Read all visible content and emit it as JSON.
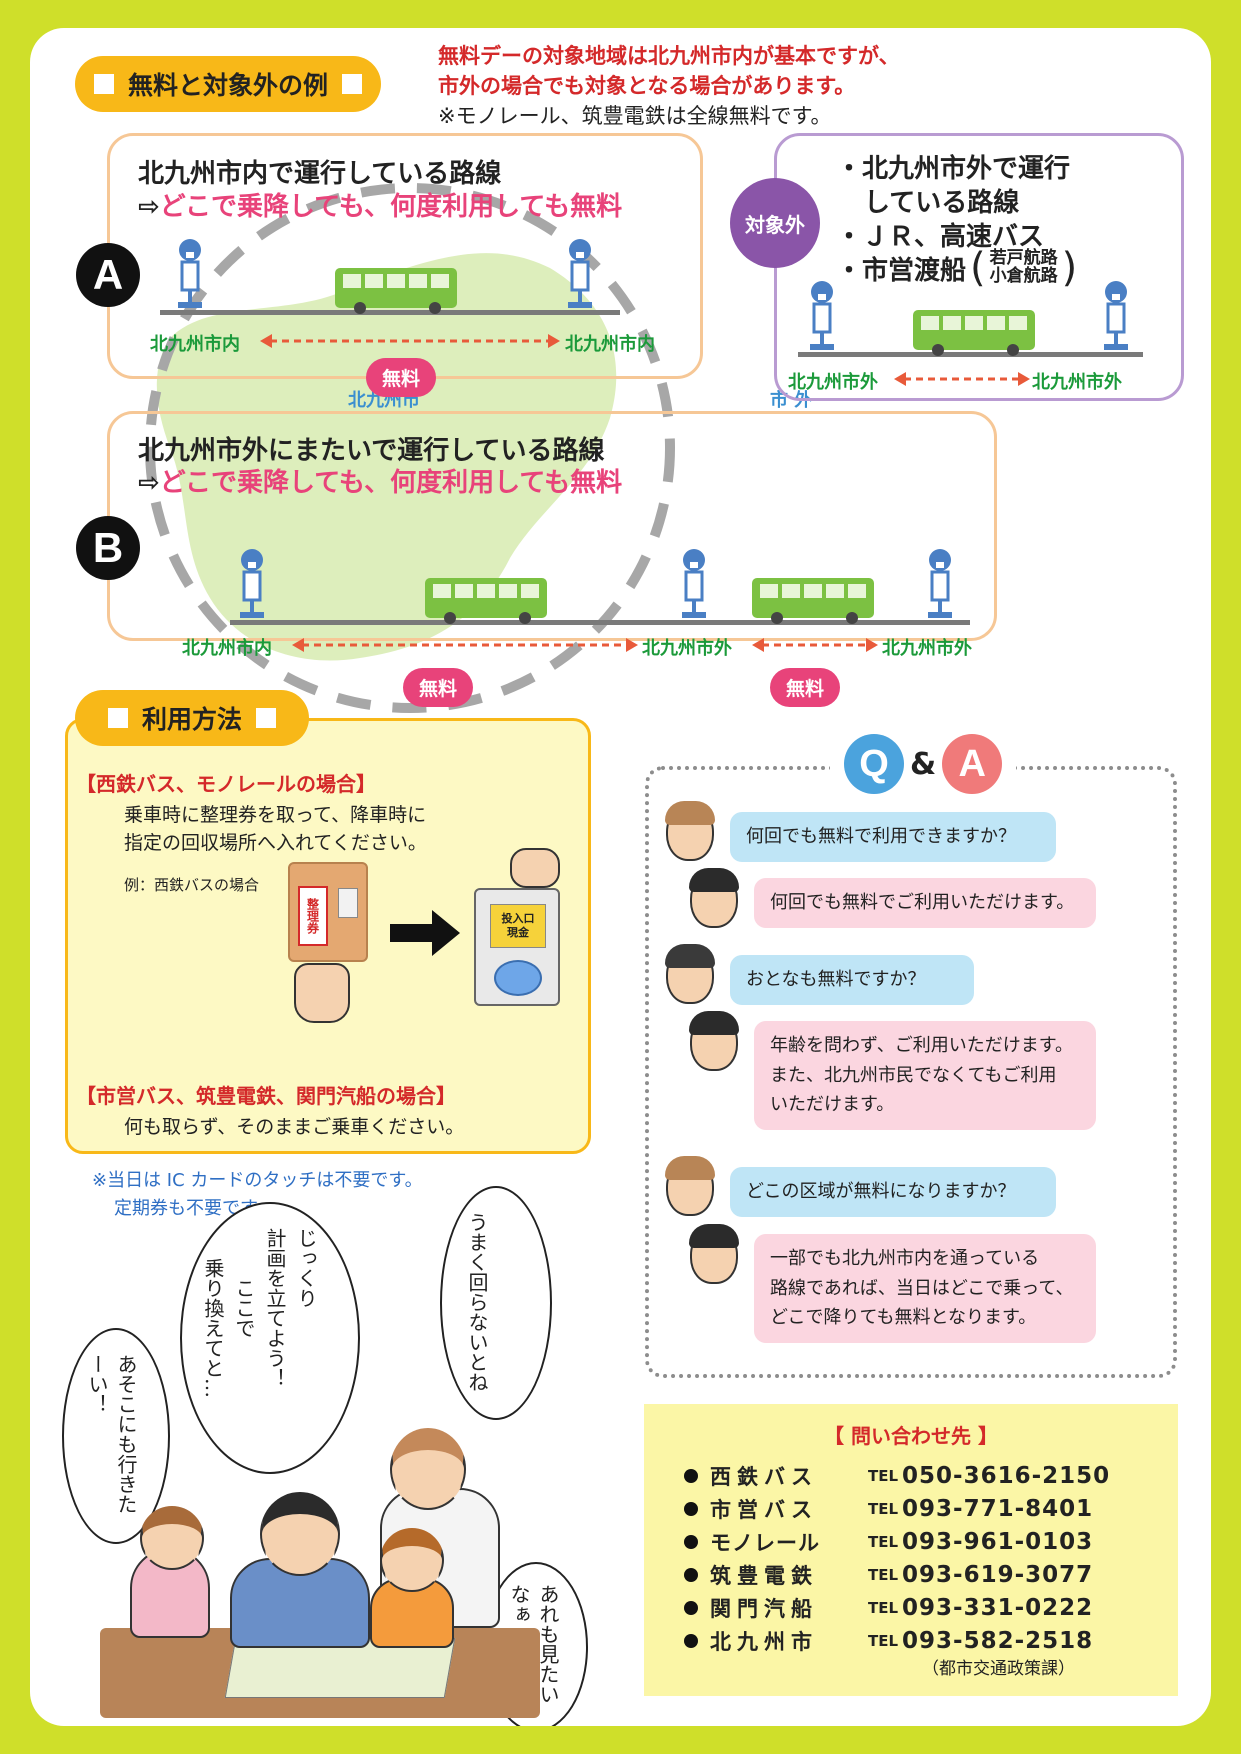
{
  "section1": {
    "title": "無料と対象外の例",
    "note_line1": "無料デーの対象地域は北九州市内が基本ですが、",
    "note_line2": "市外の場合でも対象となる場合があります。",
    "note_line3": "※モノレール、筑豊電鉄は全線無料です。"
  },
  "caseA": {
    "letter": "A",
    "title": "北九州市内で運行している路線",
    "arrow": "⇨",
    "subtitle": "どこで乗降しても、何度利用しても無料",
    "left_label": "北九州市内",
    "right_label": "北九州市内",
    "free": "無料"
  },
  "excluded": {
    "badge": "対象外",
    "line1": "・北九州市外で運行",
    "line2": "している路線",
    "line3": "・ＪＲ、高速バス",
    "line4": "・市営渡船",
    "paren_top": "若戸航路",
    "paren_bottom": "小倉航路",
    "left_label": "北九州市外",
    "right_label": "北九州市外"
  },
  "map_labels": {
    "city": "北九州市",
    "outside": "市 外"
  },
  "caseB": {
    "letter": "B",
    "title": "北九州市外にまたいで運行している路線",
    "arrow": "⇨",
    "subtitle": "どこで乗降しても、何度利用しても無料",
    "label1": "北九州市内",
    "label2": "北九州市外",
    "label3": "北九州市外",
    "free1": "無料",
    "free2": "無料"
  },
  "usage": {
    "title": "利用方法",
    "heading1": "【西鉄バス、モノレールの場合】",
    "text1a": "乗車時に整理券を取って、降車時に",
    "text1b": "指定の回収場所へ入れてください。",
    "example": "例：西鉄バスの場合",
    "ticket_label": "整理券",
    "box_label1": "投入口",
    "box_label2": "現金",
    "heading2": "【市営バス、筑豊電鉄、関門汽船の場合】",
    "text2": "何も取らず、そのままご乗車ください。",
    "note1": "※当日は IC カードのタッチは不要です。",
    "note2": "定期券も不要です。"
  },
  "qa": {
    "q_letter": "Q",
    "amp": "&",
    "a_letter": "A",
    "q1": "何回でも無料で利用できますか？",
    "a1": "何回でも無料でご利用いただけます。",
    "q2": "おとなも無料ですか？",
    "a2_1": "年齢を問わず、ご利用いただけます。",
    "a2_2": "また、北九州市民でなくてもご利用",
    "a2_3": "いただけます。",
    "q3": "どこの区域が無料になりますか？",
    "a3_1": "一部でも北九州市内を通っている",
    "a3_2": "路線であれば、当日はどこで乗って、",
    "a3_3": "どこで降りても無料となります。"
  },
  "comic": {
    "s1": "あそこにも行きたーい！",
    "s2a": "じっくり",
    "s2b": "計画を立てよう！",
    "s2c": "ここで",
    "s2d": "乗り換えてと…",
    "s3": "うまく回らないとね",
    "s4": "あれも見たいなぁ"
  },
  "contact": {
    "title": "【 問い合わせ先 】",
    "tel_prefix": "TEL",
    "rows": [
      {
        "name": "西鉄バス",
        "tel": "050-3616-2150"
      },
      {
        "name": "市営バス",
        "tel": "093-771-8401"
      },
      {
        "name": "モノレール",
        "tel": "093-961-0103"
      },
      {
        "name": "筑豊電鉄",
        "tel": "093-619-3077"
      },
      {
        "name": "関門汽船",
        "tel": "093-331-0222"
      },
      {
        "name": "北九州市",
        "tel": "093-582-2518"
      }
    ],
    "dept": "（都市交通政策課）"
  },
  "colors": {
    "background": "#cfdf2a",
    "orange": "#f8b818",
    "pink": "#e8437a",
    "red": "#d4292a",
    "purple": "#8a55a8",
    "bus_green": "#7cc142"
  }
}
